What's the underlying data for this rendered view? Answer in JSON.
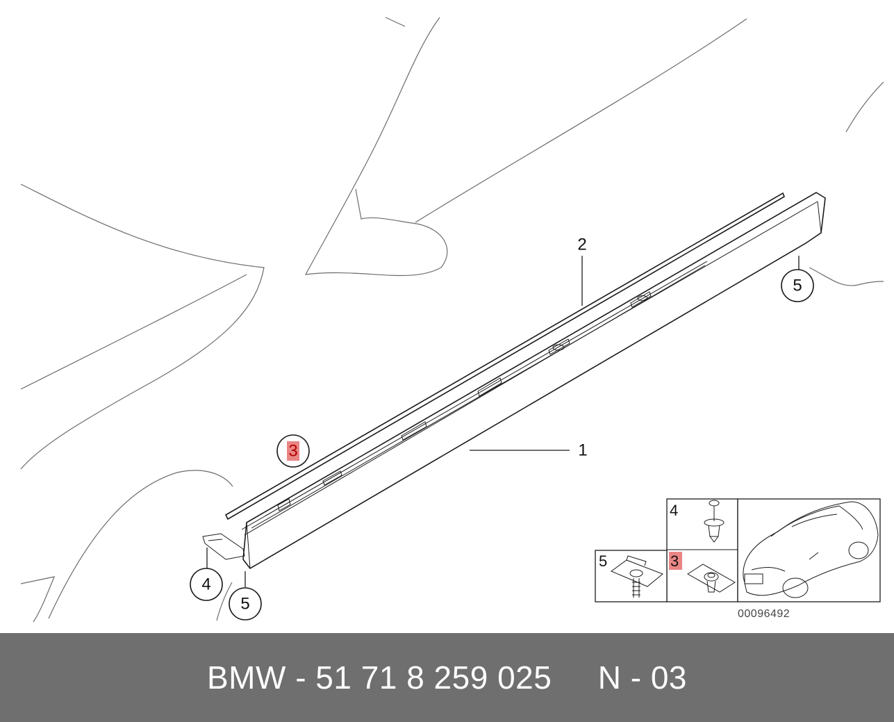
{
  "callouts": {
    "c1": "1",
    "c2": "2",
    "c3": "3",
    "c4": "4",
    "c5_right": "5",
    "c5_left": "5"
  },
  "inset": {
    "label_4": "4",
    "label_5": "5",
    "label_3": "3",
    "diagram_code": "00096492"
  },
  "footer": {
    "text": "BMW - 51 71 8 259 025     N - 03"
  },
  "colors": {
    "highlight": "#e98585",
    "footer_bg": "#6f6f6f"
  }
}
